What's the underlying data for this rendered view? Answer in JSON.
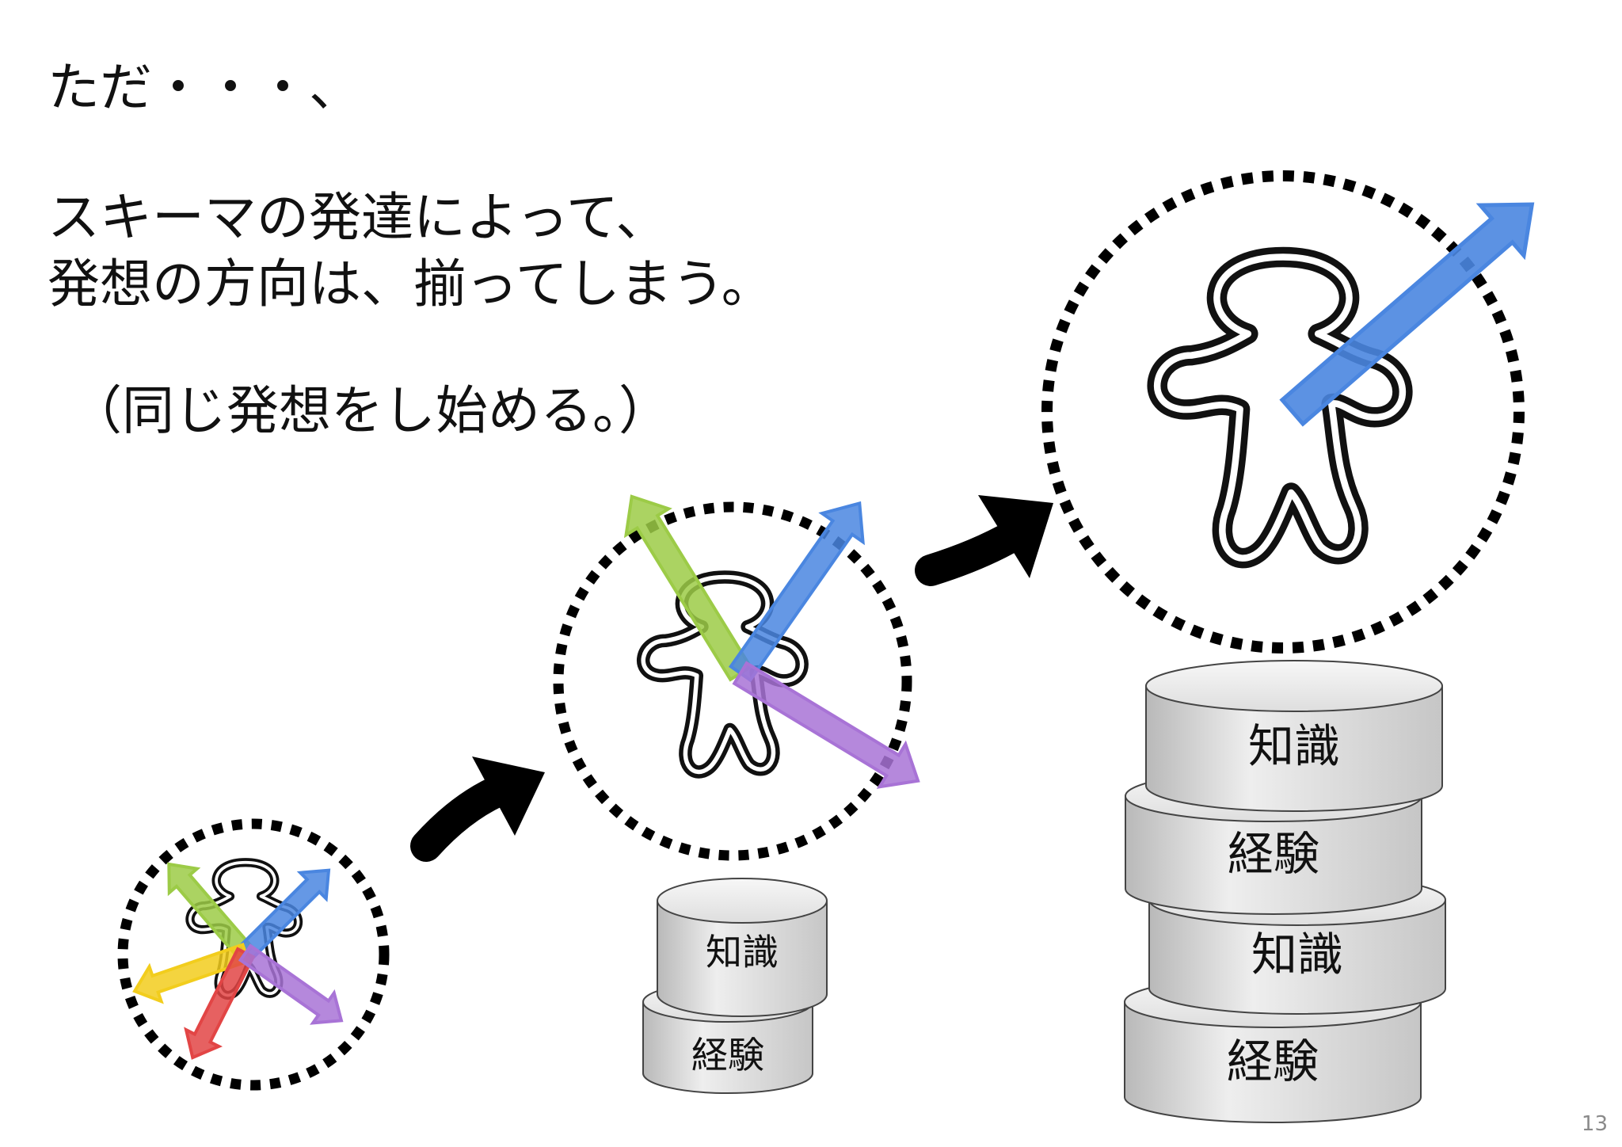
{
  "text": {
    "line1": "ただ・・・、",
    "line2": "スキーマの発達によって、",
    "line3": "発想の方向は、揃ってしまう。",
    "line4": "（同じ発想をし始める。）"
  },
  "stacks": {
    "small": {
      "top": "知識",
      "bottom": "経験"
    },
    "large": {
      "layer1": "知識",
      "layer2": "経験",
      "layer3": "知識",
      "layer4": "経験"
    }
  },
  "colors": {
    "blue": "#4a86e0",
    "green": "#9ccb47",
    "purple": "#a873d6",
    "yellow": "#f2cd1d",
    "red": "#e24545"
  },
  "page_number": "13"
}
